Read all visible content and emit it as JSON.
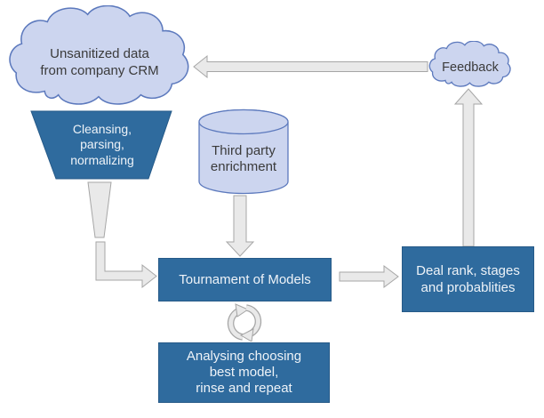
{
  "colors": {
    "node_blue": "#2f6b9e",
    "node_blue_border": "#265a88",
    "cloud_fill": "#ccd5ef",
    "cloud_border": "#5c79bd",
    "arrow_fill": "#e9e9e9",
    "arrow_border": "#a6a6a6",
    "text_dark": "#3b3b3b",
    "text_light": "#eef3f8"
  },
  "nodes": {
    "crm_cloud": {
      "lines": [
        "Unsanitized data",
        "from company CRM"
      ]
    },
    "funnel": {
      "lines": [
        "Cleansing,",
        "parsing,",
        "normalizing"
      ]
    },
    "enrichment_db": {
      "lines": [
        "Third party",
        "enrichment"
      ]
    },
    "tournament": {
      "label": "Tournament of Models"
    },
    "deal_rank": {
      "lines": [
        "Deal rank, stages",
        "and probablities"
      ]
    },
    "analysing": {
      "lines": [
        "Analysing choosing",
        "best model,",
        "rinse and repeat"
      ]
    },
    "feedback_cloud": {
      "label": "Feedback"
    }
  }
}
